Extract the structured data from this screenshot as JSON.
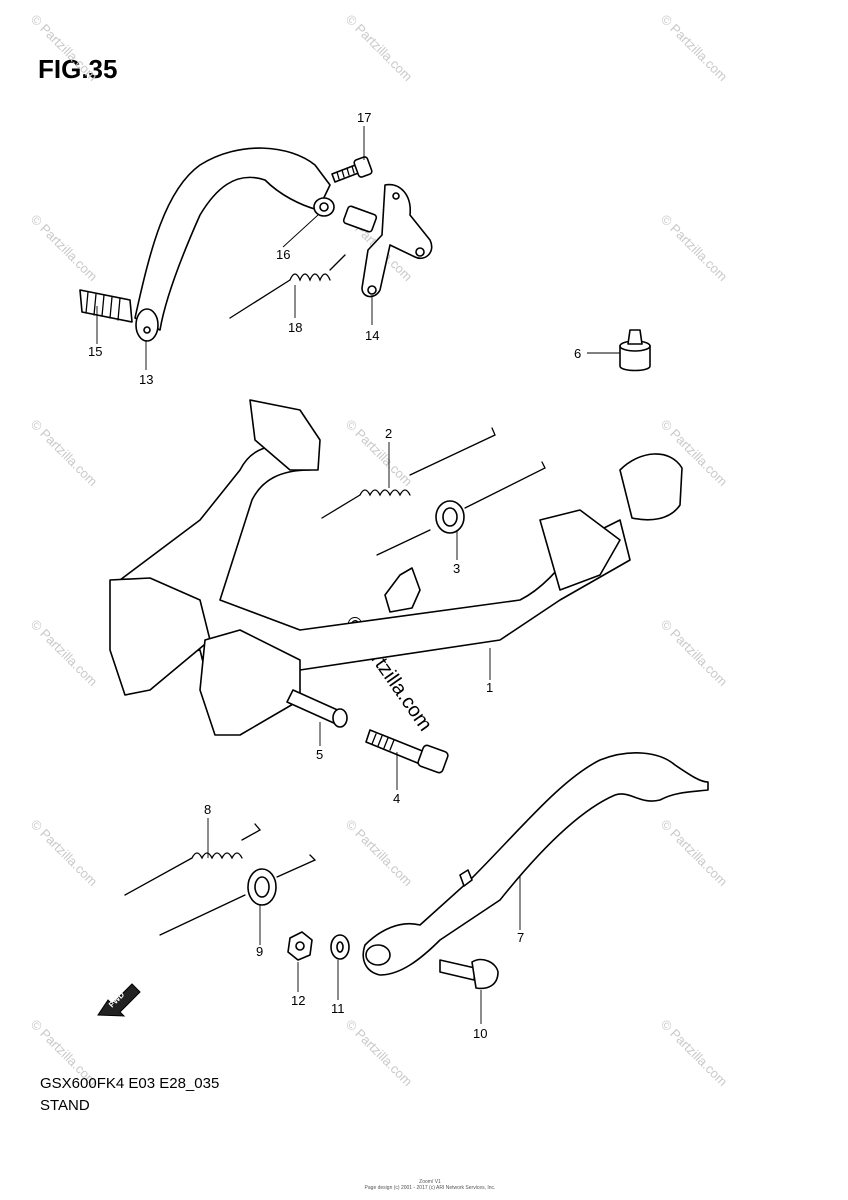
{
  "figure": {
    "title": "FIG.35"
  },
  "callouts": [
    "1",
    "2",
    "3",
    "4",
    "5",
    "6",
    "7",
    "8",
    "9",
    "10",
    "11",
    "12",
    "13",
    "14",
    "15",
    "16",
    "17",
    "18"
  ],
  "watermark": {
    "text": "© Partzilla.com",
    "center_text": "© Partzilla.com"
  },
  "fwd_arrow": {
    "label": "FWD"
  },
  "footer": {
    "model_code": "GSX600FK4 E03 E28_035",
    "section_name": "STAND",
    "tiny_line_1": "Zoom/ V1",
    "tiny_line_2": "Page design (c) 2001 - 2017 (c) ARI Network Services, Inc."
  }
}
